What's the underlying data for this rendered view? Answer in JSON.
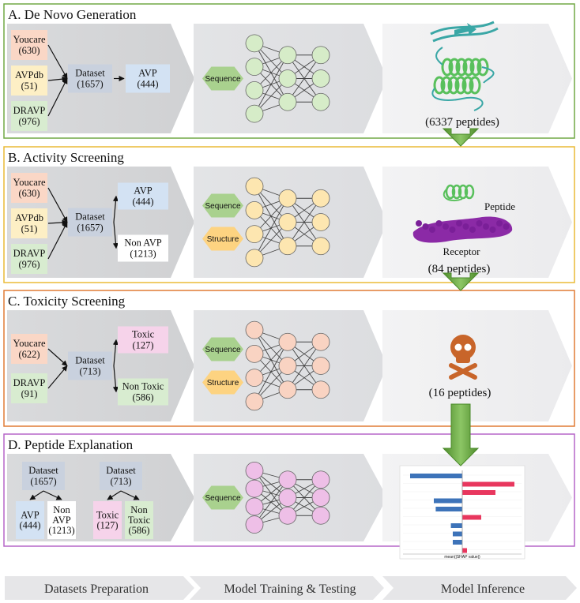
{
  "panels": [
    {
      "title": "A. De Novo Generation",
      "sources": [
        {
          "name": "Youcare",
          "count": "(630)",
          "color": "#fad7c6"
        },
        {
          "name": "AVPdb",
          "count": "(51)",
          "color": "#fdefc5"
        },
        {
          "name": "DRAVP",
          "count": "(976)",
          "color": "#d8ecd0"
        }
      ],
      "dataset": {
        "name": "Dataset",
        "count": "(1657)"
      },
      "outputs": [
        {
          "name": "AVP",
          "count": "(444)",
          "color": "#d3e2f3"
        }
      ],
      "model_inputs": [
        "Sequence"
      ],
      "inference_caption": "(6337 peptides)"
    },
    {
      "title": "B. Activity Screening",
      "sources": [
        {
          "name": "Youcare",
          "count": "(630)",
          "color": "#fad7c6"
        },
        {
          "name": "AVPdb",
          "count": "(51)",
          "color": "#fdefc5"
        },
        {
          "name": "DRAVP",
          "count": "(976)",
          "color": "#d8ecd0"
        }
      ],
      "dataset": {
        "name": "Dataset",
        "count": "(1657)"
      },
      "outputs": [
        {
          "name": "AVP",
          "count": "(444)",
          "color": "#d3e2f3"
        },
        {
          "name": "Non AVP",
          "count": "(1213)",
          "color": "#ffffff"
        }
      ],
      "model_inputs": [
        "Sequence",
        "Structure"
      ],
      "inference_labels": {
        "peptide": "Peptide",
        "receptor": "Receptor"
      },
      "inference_caption": "(84 peptides)"
    },
    {
      "title": "C. Toxicity Screening",
      "sources": [
        {
          "name": "Youcare",
          "count": "(622)",
          "color": "#fad7c6"
        },
        {
          "name": "DRAVP",
          "count": "(91)",
          "color": "#d8ecd0"
        }
      ],
      "dataset": {
        "name": "Dataset",
        "count": "(713)"
      },
      "outputs": [
        {
          "name": "Toxic",
          "count": "(127)",
          "color": "#f6d3ea"
        },
        {
          "name": "Non Toxic",
          "count": "(586)",
          "color": "#d8ecd0"
        }
      ],
      "model_inputs": [
        "Sequence",
        "Structure"
      ],
      "inference_caption": "(16 peptides)"
    },
    {
      "title": "D. Peptide Explanation",
      "groups": [
        {
          "dataset": {
            "name": "Dataset",
            "count": "(1657)"
          },
          "outputs": [
            {
              "lines": [
                "AVP",
                "(444)"
              ],
              "color": "#d3e2f3"
            },
            {
              "lines": [
                "Non",
                "AVP",
                "(1213)"
              ],
              "color": "#ffffff"
            }
          ]
        },
        {
          "dataset": {
            "name": "Dataset",
            "count": "(713)"
          },
          "outputs": [
            {
              "lines": [
                "Toxic",
                "(127)"
              ],
              "color": "#f6d3ea"
            },
            {
              "lines": [
                "Non",
                "Toxic",
                "(586)"
              ],
              "color": "#d8ecd0"
            }
          ]
        }
      ],
      "model_inputs": [
        "Sequence"
      ],
      "shap_xlabel": "mean(|SHAP value|)",
      "shap_values": [
        -0.55,
        0.55,
        0.35,
        -0.3,
        -0.28,
        0.2,
        -0.12,
        -0.1,
        -0.1,
        0.05
      ]
    }
  ],
  "footer": [
    "Datasets Preparation",
    "Model Training & Testing",
    "Model Inference"
  ],
  "colors": {
    "panel_a": "#70a845",
    "panel_b": "#eaba37",
    "panel_c": "#e07b35",
    "panel_d": "#b667c9",
    "node_a": "#d6ecc8",
    "node_b": "#fde6b0",
    "node_c": "#f9d3c2",
    "node_d": "#eebfe7",
    "hex_sequence": "#a9d18e",
    "hex_structure": "#fdd381",
    "arrow": "#6fa843",
    "shap_neg": "#3d73b9",
    "shap_pos": "#e8375e",
    "skull": "#c8652a",
    "helix": "#59c05c",
    "receptor": "#8b2aa6"
  }
}
